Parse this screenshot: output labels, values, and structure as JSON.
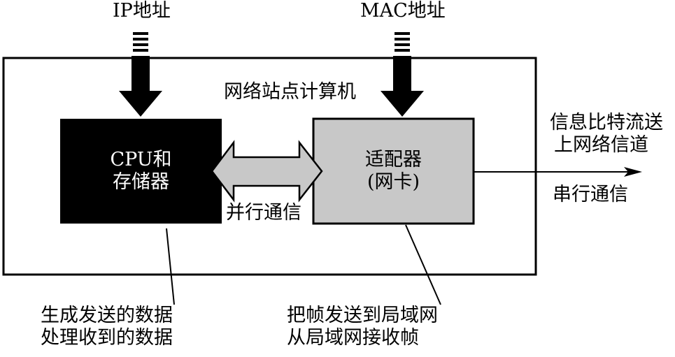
{
  "labels": {
    "ip_address": "IP地址",
    "mac_address": "MAC地址",
    "computer": "网络站点计算机",
    "cpu_line1": "CPU和",
    "cpu_line2": "存储器",
    "adapter_line1": "适配器",
    "adapter_line2": "(网卡)",
    "parallel": "并行通信",
    "serial": "串行通信",
    "bitstream_line1": "信息比特流送",
    "bitstream_line2": "上网络信道",
    "cpu_note_line1": "生成发送的数据",
    "cpu_note_line2": "处理收到的数据",
    "adapter_note_line1": "把帧发送到局域网",
    "adapter_note_line2": "从局域网接收帧"
  },
  "colors": {
    "cpu_fill": "#000000",
    "adapter_fill": "#c8c8c8",
    "parallel_arrow_fill": "#c8c8c8",
    "stroke": "#000000",
    "background": "#ffffff"
  }
}
